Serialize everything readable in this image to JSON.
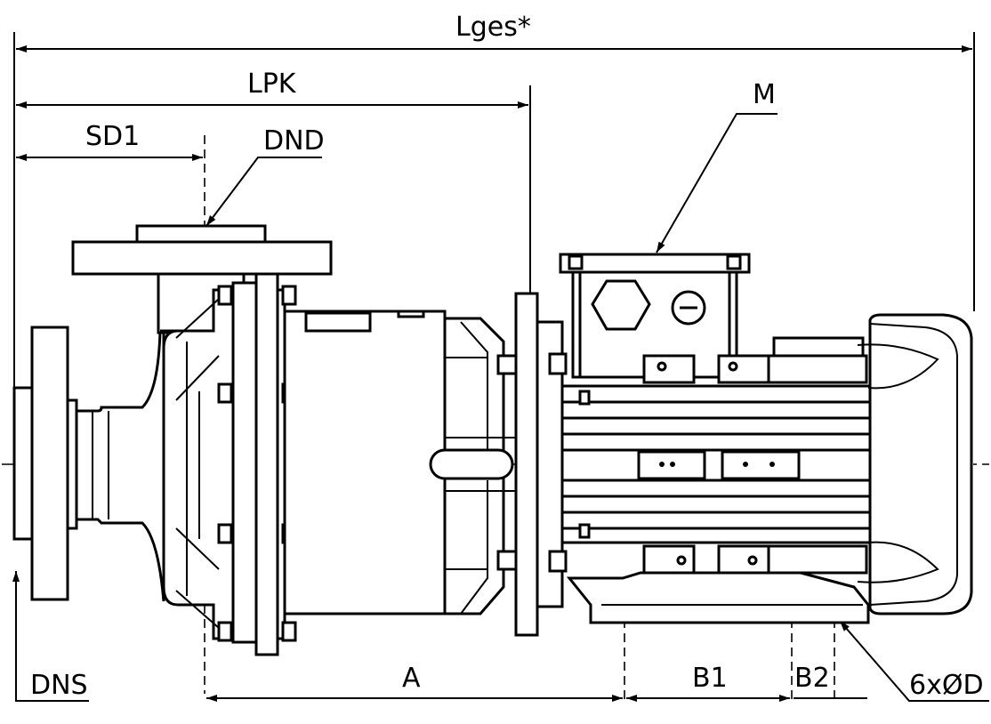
{
  "drawing": {
    "dimensions": {
      "lges": "Lges*",
      "lpk": "LPK",
      "sd1": "SD1",
      "dnd": "DND",
      "m": "M",
      "dns": "DNS",
      "a": "A",
      "b1": "B1",
      "b2": "B2",
      "holes": "6xØD"
    }
  }
}
